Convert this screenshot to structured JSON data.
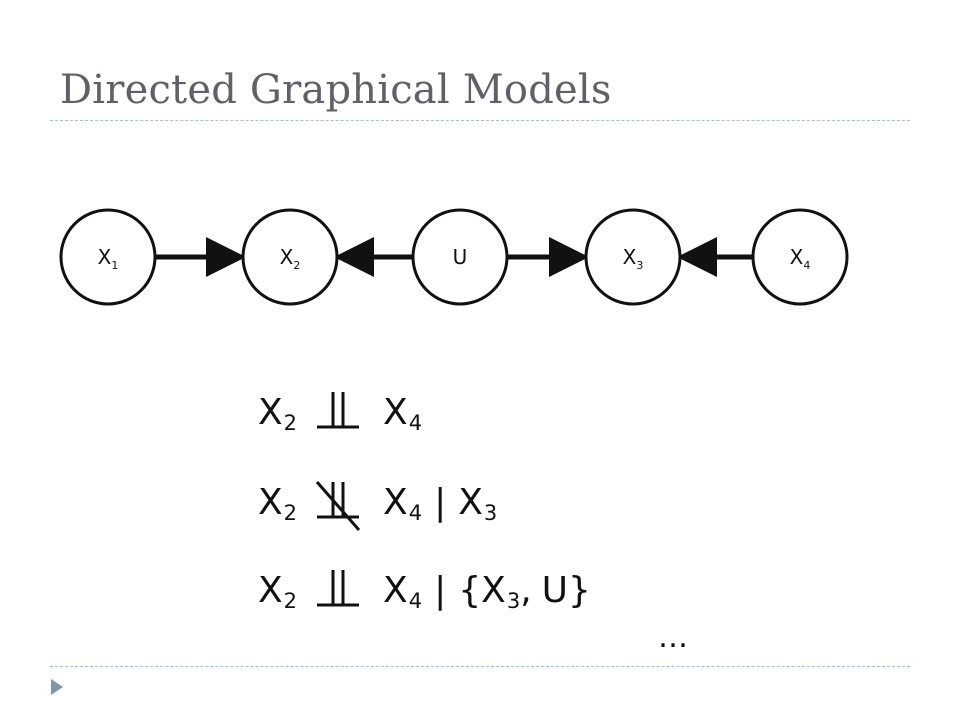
{
  "slide": {
    "title": "Directed Graphical Models"
  },
  "graph": {
    "nodes": [
      {
        "id": "X1",
        "base": "X",
        "sub": "1"
      },
      {
        "id": "X2",
        "base": "X",
        "sub": "2"
      },
      {
        "id": "U",
        "base": "U",
        "sub": ""
      },
      {
        "id": "X3",
        "base": "X",
        "sub": "3"
      },
      {
        "id": "X4",
        "base": "X",
        "sub": "4"
      }
    ],
    "edges": [
      {
        "from": "X1",
        "to": "X2"
      },
      {
        "from": "U",
        "to": "X2"
      },
      {
        "from": "U",
        "to": "X3"
      },
      {
        "from": "X4",
        "to": "X3"
      }
    ]
  },
  "statements": [
    {
      "left": {
        "base": "X",
        "sub": "2"
      },
      "negated": false,
      "right": {
        "base": "X",
        "sub": "4"
      },
      "given": []
    },
    {
      "left": {
        "base": "X",
        "sub": "2"
      },
      "negated": true,
      "right": {
        "base": "X",
        "sub": "4"
      },
      "given_sep": "|",
      "given": [
        {
          "base": "X",
          "sub": "3"
        }
      ]
    },
    {
      "left": {
        "base": "X",
        "sub": "2"
      },
      "negated": false,
      "right": {
        "base": "X",
        "sub": "4"
      },
      "given_sep": "|",
      "given_open": "{",
      "given": [
        {
          "base": "X",
          "sub": "3"
        },
        {
          "base": "U",
          "sub": ""
        }
      ],
      "given_close": "}"
    }
  ],
  "ellipsis": "…",
  "colors": {
    "title": "#60606b",
    "rule": "#a9bfcf",
    "nav_marker": "#7f95a8",
    "ink": "#111111"
  },
  "icons": {
    "nav_marker": "triangle-right-icon",
    "independence": "double-up-tack-icon"
  }
}
